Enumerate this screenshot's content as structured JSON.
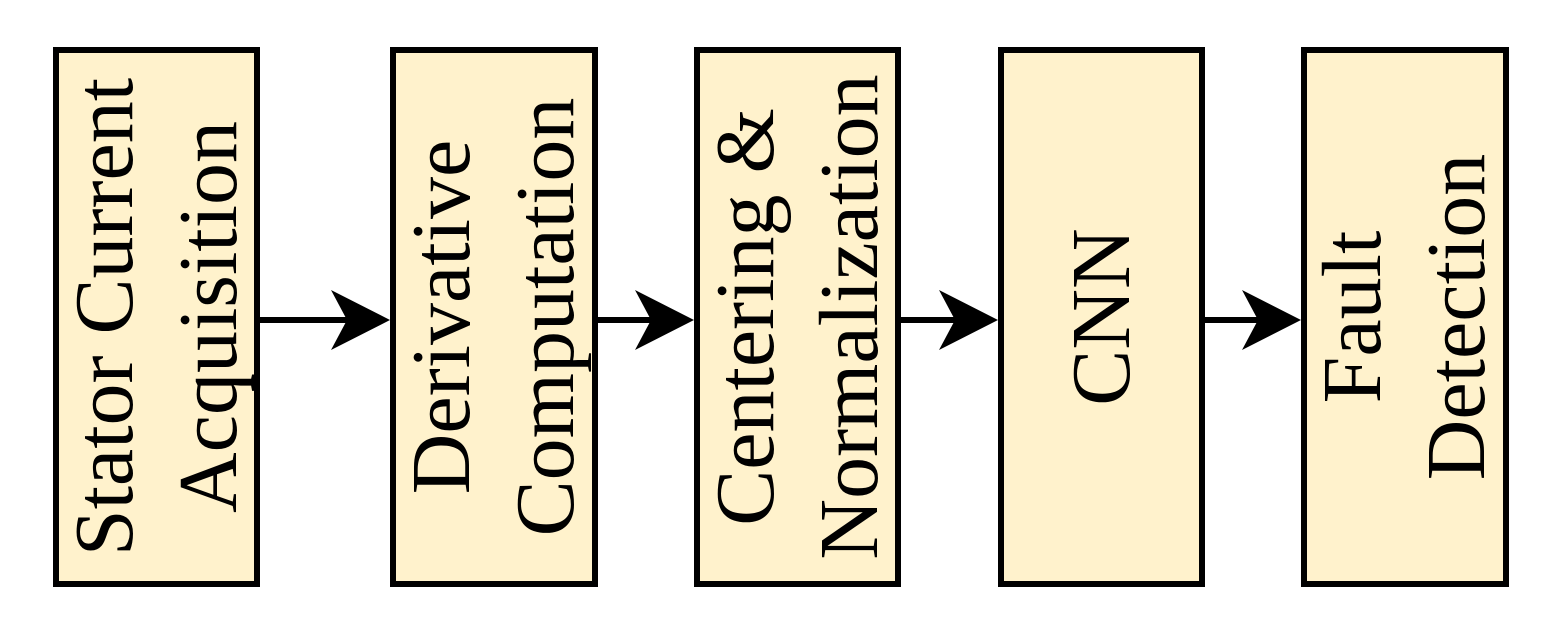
{
  "diagram": {
    "blocks": [
      {
        "lines": [
          "Stator Current",
          "Acquisition"
        ]
      },
      {
        "lines": [
          "Derivative",
          "Computation"
        ]
      },
      {
        "lines": [
          "Centering &",
          "Normalization"
        ]
      },
      {
        "lines": [
          "CNN"
        ]
      },
      {
        "lines": [
          "Fault",
          "Detection"
        ]
      }
    ],
    "colors": {
      "block_fill": "#fff2cc",
      "block_border": "#000000",
      "arrow": "#000000"
    }
  }
}
